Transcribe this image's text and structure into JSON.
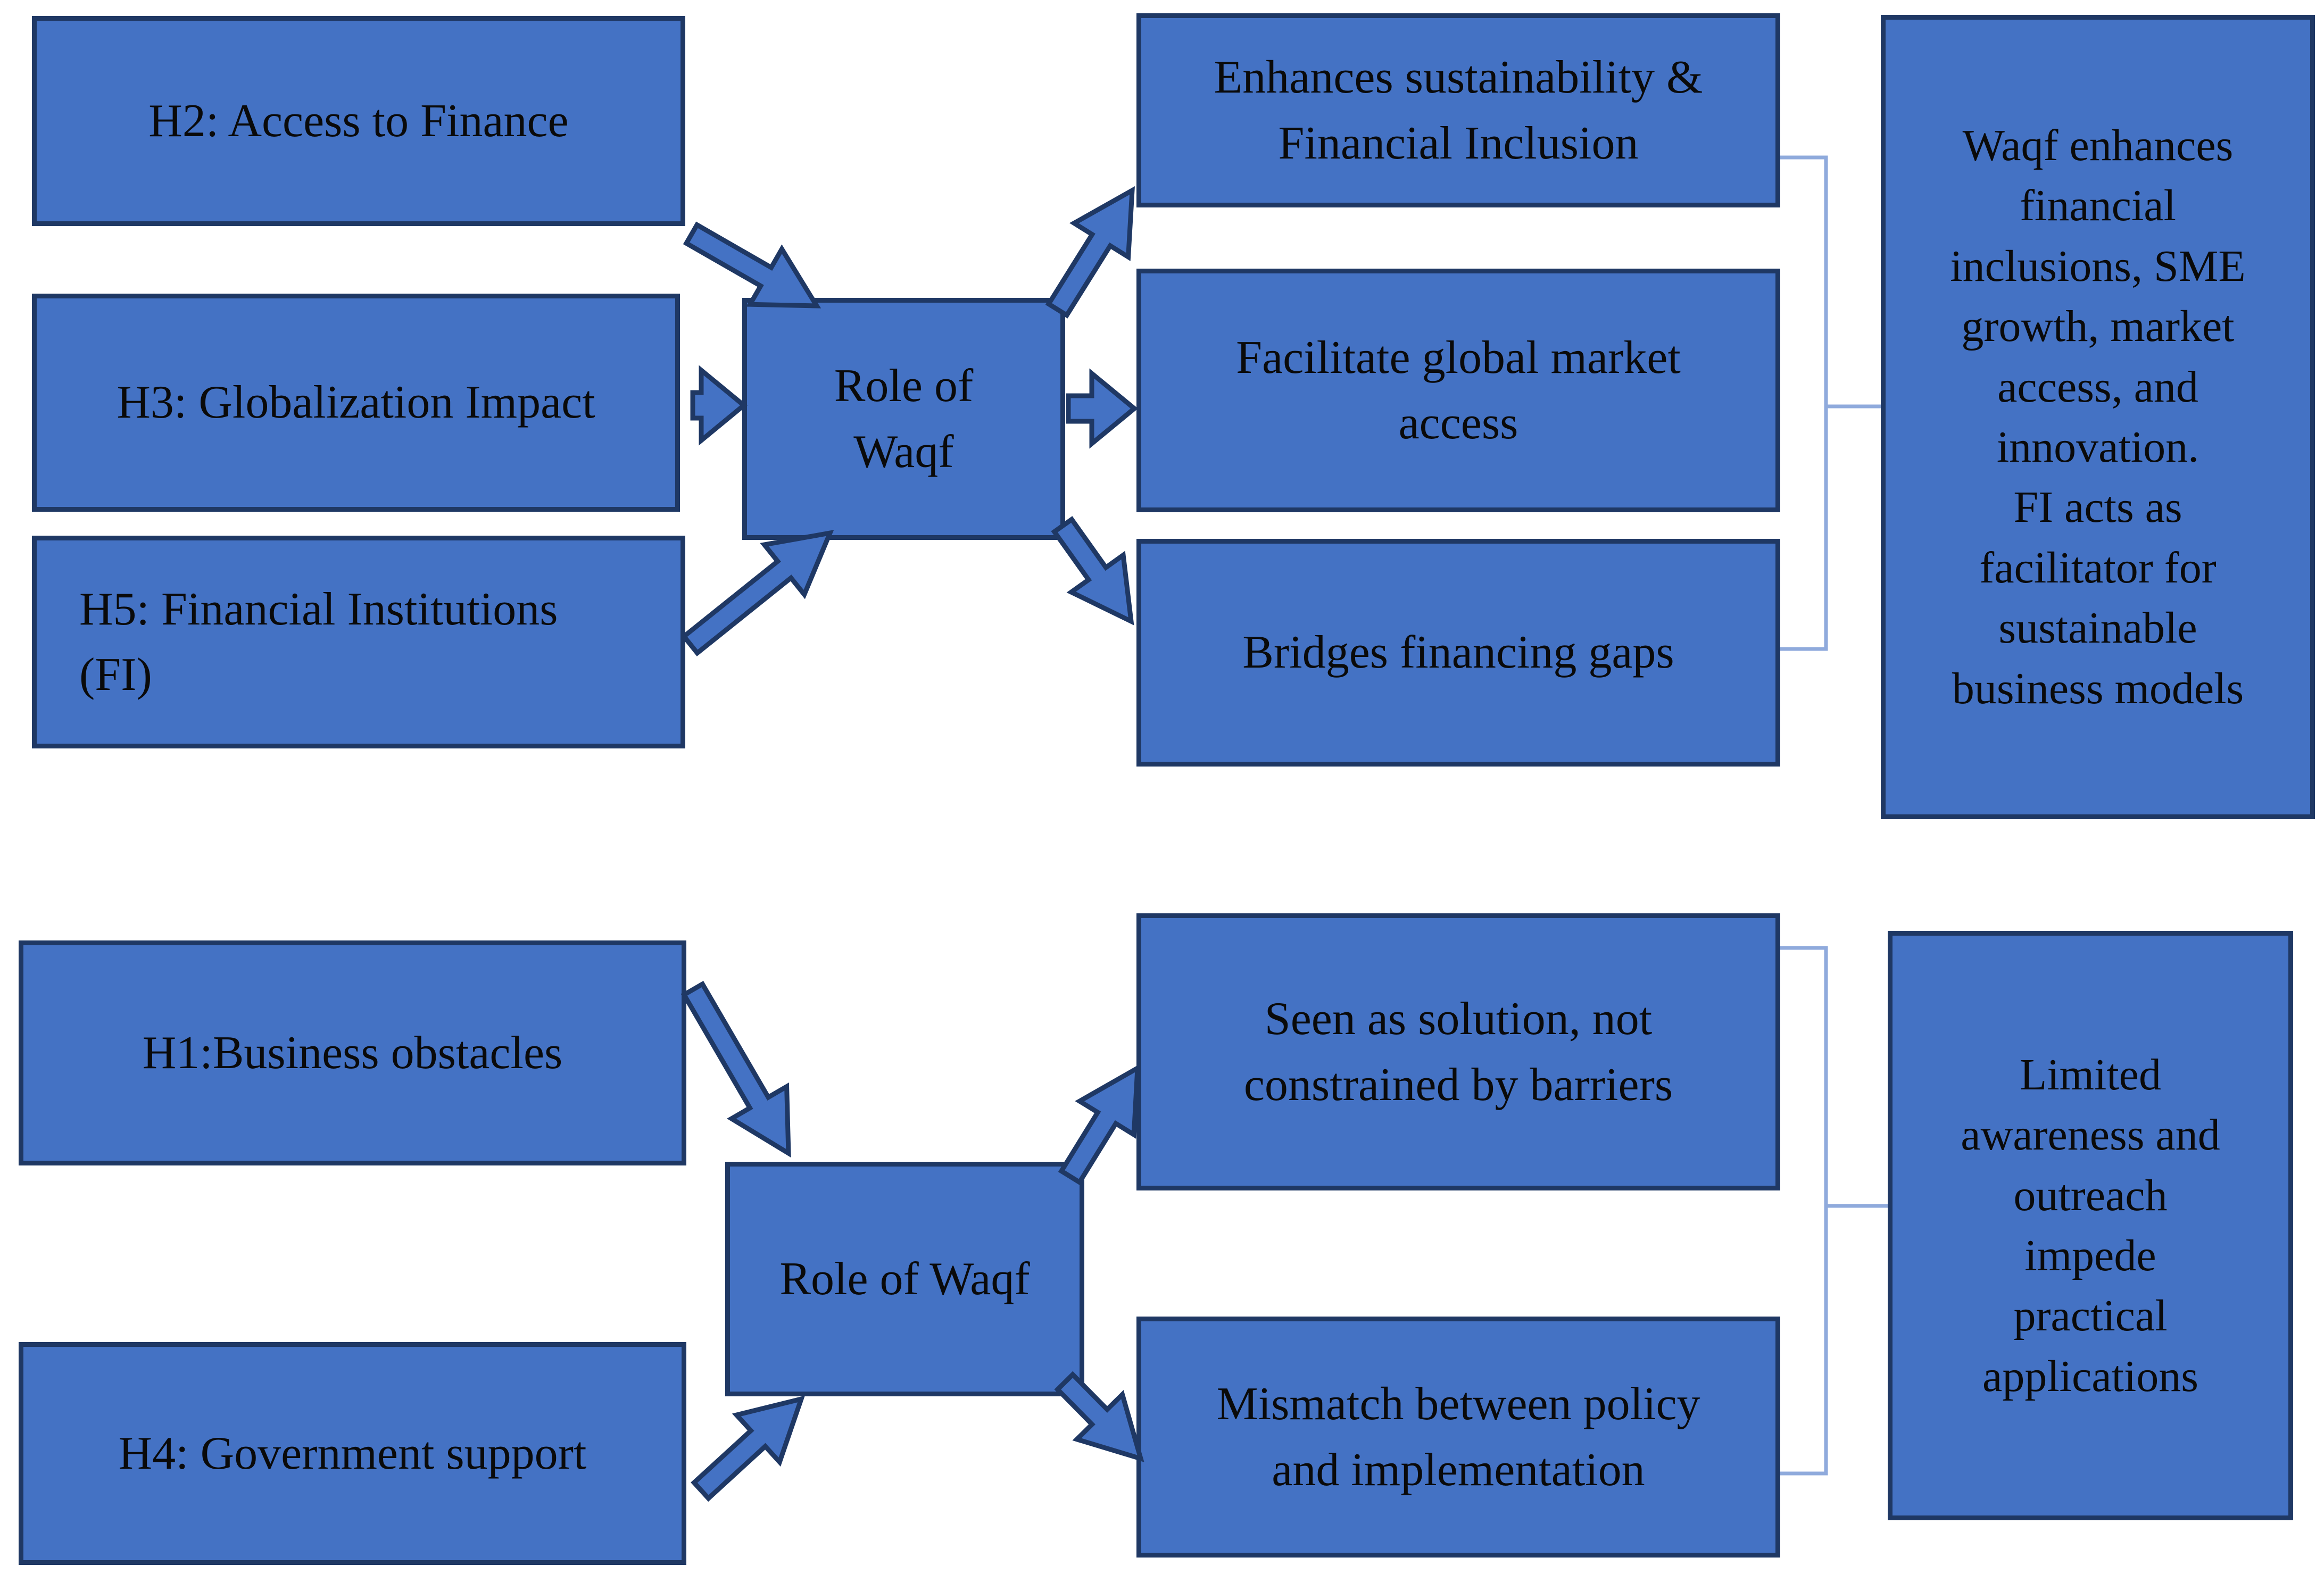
{
  "colors": {
    "box_fill": "#4472C4",
    "box_border": "#1F3864",
    "arrow_fill": "#4472C4",
    "arrow_border": "#1F3864",
    "bracket": "#8FAADC",
    "text": "#0a0a0a",
    "background": "#ffffff"
  },
  "top_diagram": {
    "hypotheses": [
      {
        "label": "H2: Access to Finance"
      },
      {
        "label": "H3: Globalization Impact"
      },
      {
        "label": "H5: Financial Institutions\n(FI)"
      }
    ],
    "mediator": "Role of\nWaqf",
    "outcomes": [
      "Enhances sustainability &\nFinancial Inclusion",
      "Facilitate global market\naccess",
      "Bridges financing gaps"
    ],
    "conclusion": "Waqf enhances\nfinancial\ninclusions, SME\ngrowth, market\naccess, and\ninnovation.\nFI acts as\nfacilitator for\nsustainable\nbusiness models"
  },
  "bottom_diagram": {
    "hypotheses": [
      {
        "label": "H1:Business obstacles"
      },
      {
        "label": "H4: Government support"
      }
    ],
    "mediator": "Role of Waqf",
    "outcomes": [
      "Seen as solution, not\nconstrained by barriers",
      "Mismatch between policy\nand implementation"
    ],
    "conclusion": "Limited\nawareness and\noutreach\nimpede\npractical\napplications"
  }
}
